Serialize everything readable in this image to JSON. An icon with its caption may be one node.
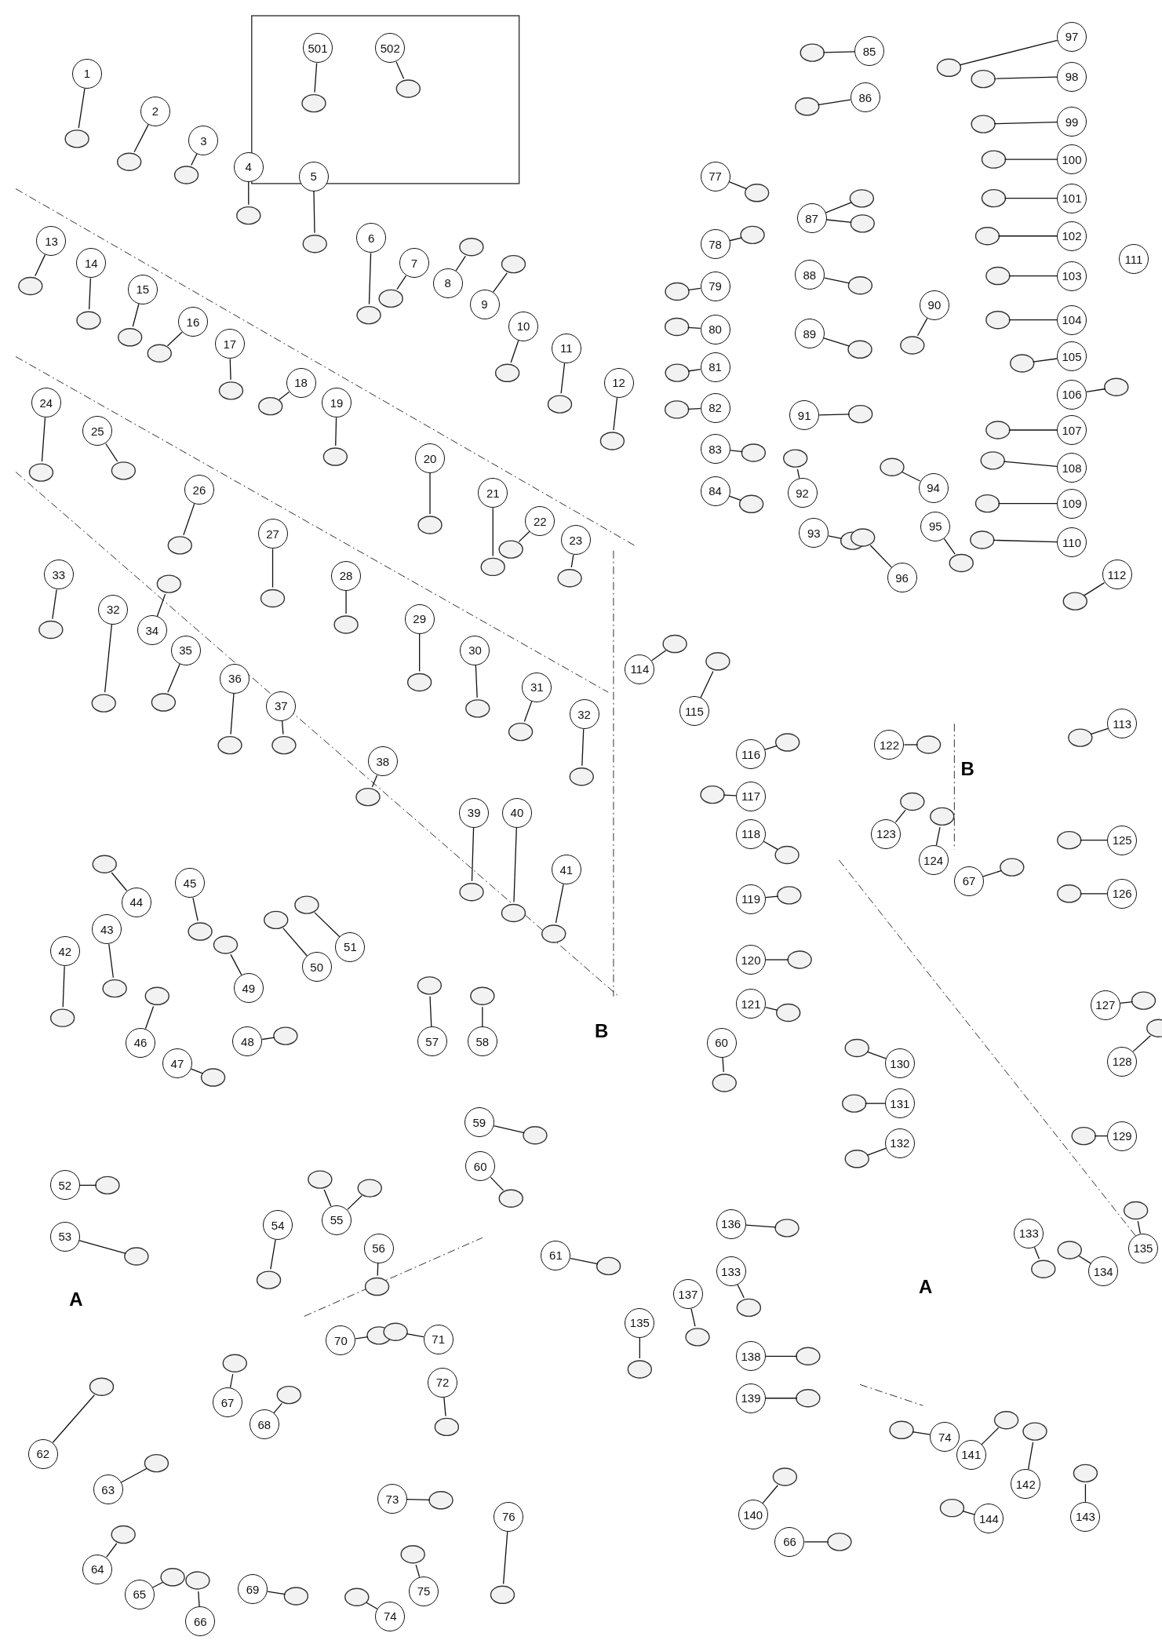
{
  "diagram": {
    "nodes": [
      {
        "text": [
          "501"
        ]
      },
      {
        "text": [
          "502"
        ]
      },
      {
        "text": [
          "1"
        ]
      },
      {
        "text": [
          "2"
        ]
      },
      {
        "text": [
          "3"
        ]
      },
      {
        "text": [
          "4"
        ]
      },
      {
        "text": [
          "5"
        ]
      },
      {
        "text": [
          "6"
        ]
      },
      {
        "text": [
          "7"
        ]
      },
      {
        "text": [
          "8"
        ]
      },
      {
        "text": [
          "9"
        ]
      },
      {
        "text": [
          "10"
        ]
      },
      {
        "text": [
          "11"
        ]
      },
      {
        "text": [
          "12"
        ]
      },
      {
        "text": [
          "13"
        ]
      },
      {
        "text": [
          "14"
        ]
      },
      {
        "text": [
          "15"
        ]
      },
      {
        "text": [
          "16"
        ]
      },
      {
        "text": [
          "17"
        ]
      },
      {
        "text": [
          "18"
        ]
      },
      {
        "text": [
          "19"
        ]
      },
      {
        "text": [
          "20"
        ]
      },
      {
        "text": [
          "21"
        ]
      },
      {
        "text": [
          "22"
        ]
      },
      {
        "text": [
          "23"
        ]
      },
      {
        "text": [
          "24"
        ]
      },
      {
        "text": [
          "25"
        ]
      },
      {
        "text": [
          "26"
        ]
      },
      {
        "text": [
          "27"
        ]
      },
      {
        "text": [
          "28"
        ]
      },
      {
        "text": [
          "29"
        ]
      },
      {
        "text": [
          "30"
        ]
      },
      {
        "text": [
          "31"
        ]
      },
      {
        "text": [
          "33"
        ]
      },
      {
        "text": [
          "32"
        ]
      },
      {
        "text": [
          "34"
        ]
      },
      {
        "text": [
          "35"
        ]
      },
      {
        "text": [
          "36"
        ]
      },
      {
        "text": [
          "37"
        ]
      },
      {
        "text": [
          "32"
        ]
      },
      {
        "text": [
          "38"
        ]
      },
      {
        "text": [
          "39"
        ]
      },
      {
        "text": [
          "40"
        ]
      },
      {
        "text": [
          "41"
        ]
      },
      {
        "text": [
          "45"
        ]
      },
      {
        "text": [
          "44"
        ]
      },
      {
        "text": [
          "43"
        ]
      },
      {
        "text": [
          "42"
        ]
      },
      {
        "text": [
          "50"
        ]
      },
      {
        "text": [
          "51"
        ]
      },
      {
        "text": [
          "49"
        ]
      },
      {
        "text": [
          "46"
        ]
      },
      {
        "text": [
          "48"
        ]
      },
      {
        "text": [
          "47"
        ]
      },
      {
        "text": [
          "57"
        ]
      },
      {
        "text": [
          "58"
        ]
      },
      {
        "text": [
          "52"
        ]
      },
      {
        "text": [
          "53"
        ]
      },
      {
        "text": [
          "54"
        ]
      },
      {
        "text": [
          "55"
        ]
      },
      {
        "text": [
          "56"
        ]
      },
      {
        "text": [
          "59"
        ]
      },
      {
        "text": [
          "60"
        ]
      },
      {
        "text": [
          "60"
        ]
      },
      {
        "text": [
          "61"
        ]
      },
      {
        "text": [
          "70"
        ]
      },
      {
        "text": [
          "71"
        ]
      },
      {
        "text": [
          "72"
        ]
      },
      {
        "text": [
          "67"
        ]
      },
      {
        "text": [
          "68"
        ]
      },
      {
        "text": [
          "62"
        ]
      },
      {
        "text": [
          "63"
        ]
      },
      {
        "text": [
          "73"
        ]
      },
      {
        "text": [
          "64"
        ]
      },
      {
        "text": [
          "76"
        ]
      },
      {
        "text": [
          "69"
        ]
      },
      {
        "text": [
          "75"
        ]
      },
      {
        "text": [
          "65"
        ]
      },
      {
        "text": [
          "74"
        ]
      },
      {
        "text": [
          "66"
        ]
      },
      {
        "text": [
          "85"
        ]
      },
      {
        "text": [
          "86"
        ]
      },
      {
        "text": [
          "77"
        ]
      },
      {
        "text": [
          "78"
        ]
      },
      {
        "text": [
          "79"
        ]
      },
      {
        "text": [
          "80"
        ]
      },
      {
        "text": [
          "81"
        ]
      },
      {
        "text": [
          "82"
        ]
      },
      {
        "text": [
          "83"
        ]
      },
      {
        "text": [
          "84"
        ]
      },
      {
        "text": [
          "87"
        ]
      },
      {
        "text": [
          "88"
        ]
      },
      {
        "text": [
          "89"
        ]
      },
      {
        "text": [
          "90"
        ]
      },
      {
        "text": [
          "91"
        ]
      },
      {
        "text": [
          "92"
        ]
      },
      {
        "text": [
          "93"
        ]
      },
      {
        "text": [
          "94"
        ]
      },
      {
        "text": [
          "95"
        ]
      },
      {
        "text": [
          "96"
        ]
      },
      {
        "text": [
          "97"
        ]
      },
      {
        "text": [
          "98"
        ]
      },
      {
        "text": [
          "99"
        ]
      },
      {
        "text": [
          "100"
        ]
      },
      {
        "text": [
          "101"
        ]
      },
      {
        "text": [
          "102"
        ]
      },
      {
        "text": [
          "103"
        ]
      },
      {
        "text": [
          "104"
        ]
      },
      {
        "text": [
          "105"
        ]
      },
      {
        "text": [
          "106"
        ]
      },
      {
        "text": [
          "107"
        ]
      },
      {
        "text": [
          "108"
        ]
      },
      {
        "text": [
          "109"
        ]
      },
      {
        "text": [
          "110"
        ]
      },
      {
        "text": [
          "111"
        ]
      },
      {
        "text": [
          "112"
        ]
      },
      {
        "text": [
          "114"
        ]
      },
      {
        "text": [
          "115"
        ]
      },
      {
        "text": [
          "113"
        ]
      },
      {
        "text": [
          "122"
        ]
      },
      {
        "text": [
          "116"
        ]
      },
      {
        "text": [
          "117"
        ]
      },
      {
        "text": [
          "118"
        ]
      },
      {
        "text": [
          "123"
        ]
      },
      {
        "text": [
          "125"
        ]
      },
      {
        "text": [
          "124"
        ]
      },
      {
        "text": [
          "67"
        ]
      },
      {
        "text": [
          "126"
        ]
      },
      {
        "text": [
          "119"
        ]
      },
      {
        "text": [
          "120"
        ]
      },
      {
        "text": [
          "127"
        ]
      },
      {
        "text": [
          "121"
        ]
      },
      {
        "text": [
          "128"
        ]
      },
      {
        "text": [
          "130"
        ]
      },
      {
        "text": [
          "131"
        ]
      },
      {
        "text": [
          "129"
        ]
      },
      {
        "text": [
          "132"
        ]
      },
      {
        "text": [
          "136"
        ]
      },
      {
        "text": [
          "133"
        ]
      },
      {
        "text": [
          "135"
        ]
      },
      {
        "text": [
          "134"
        ]
      },
      {
        "text": [
          "133"
        ]
      },
      {
        "text": [
          "137"
        ]
      },
      {
        "text": [
          "135"
        ]
      },
      {
        "text": [
          "138"
        ]
      },
      {
        "text": [
          "139"
        ]
      },
      {
        "text": [
          "74"
        ]
      },
      {
        "text": [
          "141"
        ]
      },
      {
        "text": [
          "142"
        ]
      },
      {
        "text": [
          "140"
        ]
      },
      {
        "text": [
          "144"
        ]
      },
      {
        "text": [
          "143"
        ]
      },
      {
        "text": [
          "66"
        ]
      }
    ],
    "edges": [
      {
        "from": 0,
        "to": null,
        "arrow": "none"
      },
      {
        "from": 1,
        "to": null,
        "arrow": "none"
      },
      {
        "from": 2,
        "to": null,
        "arrow": "none"
      },
      {
        "from": 3,
        "to": null,
        "arrow": "none"
      },
      {
        "from": 4,
        "to": null,
        "arrow": "none"
      },
      {
        "from": 5,
        "to": null,
        "arrow": "none"
      },
      {
        "from": 6,
        "to": null,
        "arrow": "none"
      },
      {
        "from": 7,
        "to": null,
        "arrow": "none"
      },
      {
        "from": 8,
        "to": null,
        "arrow": "none"
      },
      {
        "from": 9,
        "to": null,
        "arrow": "none"
      },
      {
        "from": 10,
        "to": null,
        "arrow": "none"
      },
      {
        "from": 11,
        "to": null,
        "arrow": "none"
      },
      {
        "from": 12,
        "to": null,
        "arrow": "none"
      },
      {
        "from": 13,
        "to": null,
        "arrow": "none"
      },
      {
        "from": 14,
        "to": null,
        "arrow": "none"
      },
      {
        "from": 15,
        "to": null,
        "arrow": "none"
      },
      {
        "from": 16,
        "to": null,
        "arrow": "none"
      },
      {
        "from": 17,
        "to": null,
        "arrow": "none"
      },
      {
        "from": 18,
        "to": null,
        "arrow": "none"
      },
      {
        "from": 19,
        "to": null,
        "arrow": "none"
      },
      {
        "from": 20,
        "to": null,
        "arrow": "none"
      },
      {
        "from": 21,
        "to": null,
        "arrow": "none"
      },
      {
        "from": 22,
        "to": null,
        "arrow": "none"
      },
      {
        "from": 23,
        "to": null,
        "arrow": "none"
      },
      {
        "from": 24,
        "to": null,
        "arrow": "none"
      },
      {
        "from": 25,
        "to": null,
        "arrow": "none"
      },
      {
        "from": 26,
        "to": null,
        "arrow": "none"
      },
      {
        "from": 27,
        "to": null,
        "arrow": "none"
      },
      {
        "from": 28,
        "to": null,
        "arrow": "none"
      },
      {
        "from": 29,
        "to": null,
        "arrow": "none"
      },
      {
        "from": 30,
        "to": null,
        "arrow": "none"
      },
      {
        "from": 31,
        "to": null,
        "arrow": "none"
      },
      {
        "from": 32,
        "to": null,
        "arrow": "none"
      },
      {
        "from": 33,
        "to": null,
        "arrow": "none"
      },
      {
        "from": 34,
        "to": null,
        "arrow": "none"
      },
      {
        "from": 35,
        "to": null,
        "arrow": "none"
      },
      {
        "from": 36,
        "to": null,
        "arrow": "none"
      },
      {
        "from": 37,
        "to": null,
        "arrow": "none"
      },
      {
        "from": 38,
        "to": null,
        "arrow": "none"
      },
      {
        "from": 39,
        "to": null,
        "arrow": "none"
      },
      {
        "from": 40,
        "to": null,
        "arrow": "none"
      },
      {
        "from": 41,
        "to": null,
        "arrow": "none"
      },
      {
        "from": 42,
        "to": null,
        "arrow": "none"
      },
      {
        "from": 43,
        "to": null,
        "arrow": "none"
      },
      {
        "from": 44,
        "to": null,
        "arrow": "none"
      },
      {
        "from": 45,
        "to": null,
        "arrow": "none"
      },
      {
        "from": 46,
        "to": null,
        "arrow": "none"
      },
      {
        "from": 47,
        "to": null,
        "arrow": "none"
      },
      {
        "from": 48,
        "to": null,
        "arrow": "none"
      },
      {
        "from": 49,
        "to": null,
        "arrow": "none"
      },
      {
        "from": 50,
        "to": null,
        "arrow": "none"
      },
      {
        "from": 51,
        "to": null,
        "arrow": "none"
      },
      {
        "from": 52,
        "to": null,
        "arrow": "none"
      },
      {
        "from": 53,
        "to": null,
        "arrow": "none"
      },
      {
        "from": 54,
        "to": null,
        "arrow": "none"
      },
      {
        "from": 55,
        "to": null,
        "arrow": "none"
      },
      {
        "from": 56,
        "to": null,
        "arrow": "none"
      },
      {
        "from": 57,
        "to": null,
        "arrow": "none"
      },
      {
        "from": 58,
        "to": null,
        "arrow": "none"
      },
      {
        "from": 59,
        "to": null,
        "arrow": "none"
      },
      {
        "from": 59,
        "to": null,
        "arrow": "none"
      },
      {
        "from": 60,
        "to": null,
        "arrow": "none"
      },
      {
        "from": 61,
        "to": null,
        "arrow": "none"
      },
      {
        "from": 62,
        "to": null,
        "arrow": "none"
      },
      {
        "from": 63,
        "to": null,
        "arrow": "none"
      },
      {
        "from": 64,
        "to": null,
        "arrow": "none"
      },
      {
        "from": 65,
        "to": null,
        "arrow": "none"
      },
      {
        "from": 66,
        "to": null,
        "arrow": "none"
      },
      {
        "from": 67,
        "to": null,
        "arrow": "none"
      },
      {
        "from": 68,
        "to": null,
        "arrow": "none"
      },
      {
        "from": 69,
        "to": null,
        "arrow": "none"
      },
      {
        "from": 70,
        "to": null,
        "arrow": "none"
      },
      {
        "from": 71,
        "to": null,
        "arrow": "none"
      },
      {
        "from": 72,
        "to": null,
        "arrow": "none"
      },
      {
        "from": 73,
        "to": null,
        "arrow": "none"
      },
      {
        "from": 74,
        "to": null,
        "arrow": "none"
      },
      {
        "from": 75,
        "to": null,
        "arrow": "none"
      },
      {
        "from": 76,
        "to": null,
        "arrow": "none"
      },
      {
        "from": 77,
        "to": null,
        "arrow": "none"
      },
      {
        "from": 78,
        "to": null,
        "arrow": "none"
      },
      {
        "from": 79,
        "to": null,
        "arrow": "none"
      },
      {
        "from": 80,
        "to": null,
        "arrow": "none"
      },
      {
        "from": 81,
        "to": null,
        "arrow": "none"
      },
      {
        "from": 82,
        "to": null,
        "arrow": "none"
      },
      {
        "from": 83,
        "to": null,
        "arrow": "none"
      },
      {
        "from": 84,
        "to": null,
        "arrow": "none"
      },
      {
        "from": 85,
        "to": null,
        "arrow": "none"
      },
      {
        "from": 86,
        "to": null,
        "arrow": "none"
      },
      {
        "from": 87,
        "to": null,
        "arrow": "none"
      },
      {
        "from": 88,
        "to": null,
        "arrow": "none"
      },
      {
        "from": 89,
        "to": null,
        "arrow": "none"
      },
      {
        "from": 90,
        "to": null,
        "arrow": "none"
      },
      {
        "from": 90,
        "to": null,
        "arrow": "none"
      },
      {
        "from": 91,
        "to": null,
        "arrow": "none"
      },
      {
        "from": 92,
        "to": null,
        "arrow": "none"
      },
      {
        "from": 93,
        "to": null,
        "arrow": "none"
      },
      {
        "from": 94,
        "to": null,
        "arrow": "none"
      },
      {
        "from": 95,
        "to": null,
        "arrow": "none"
      },
      {
        "from": 96,
        "to": null,
        "arrow": "none"
      },
      {
        "from": 97,
        "to": null,
        "arrow": "none"
      },
      {
        "from": 98,
        "to": null,
        "arrow": "none"
      },
      {
        "from": 99,
        "to": null,
        "arrow": "none"
      },
      {
        "from": 100,
        "to": null,
        "arrow": "none"
      },
      {
        "from": 101,
        "to": null,
        "arrow": "none"
      },
      {
        "from": 102,
        "to": null,
        "arrow": "none"
      },
      {
        "from": 103,
        "to": null,
        "arrow": "none"
      },
      {
        "from": 104,
        "to": null,
        "arrow": "none"
      },
      {
        "from": 105,
        "to": null,
        "arrow": "none"
      },
      {
        "from": 106,
        "to": null,
        "arrow": "none"
      },
      {
        "from": 107,
        "to": null,
        "arrow": "none"
      },
      {
        "from": 108,
        "to": null,
        "arrow": "none"
      },
      {
        "from": 109,
        "to": null,
        "arrow": "none"
      },
      {
        "from": 110,
        "to": null,
        "arrow": "none"
      },
      {
        "from": 111,
        "to": null,
        "arrow": "none"
      },
      {
        "from": 112,
        "to": null,
        "arrow": "none"
      },
      {
        "from": 113,
        "to": null,
        "arrow": "none"
      },
      {
        "from": 115,
        "to": null,
        "arrow": "none"
      },
      {
        "from": 116,
        "to": null,
        "arrow": "none"
      },
      {
        "from": 117,
        "to": null,
        "arrow": "none"
      },
      {
        "from": 118,
        "to": null,
        "arrow": "none"
      },
      {
        "from": 119,
        "to": null,
        "arrow": "none"
      },
      {
        "from": 120,
        "to": null,
        "arrow": "none"
      },
      {
        "from": 121,
        "to": null,
        "arrow": "none"
      },
      {
        "from": 122,
        "to": null,
        "arrow": "none"
      },
      {
        "from": 123,
        "to": null,
        "arrow": "none"
      },
      {
        "from": 124,
        "to": null,
        "arrow": "none"
      },
      {
        "from": 125,
        "to": null,
        "arrow": "none"
      },
      {
        "from": 126,
        "to": null,
        "arrow": "none"
      },
      {
        "from": 127,
        "to": null,
        "arrow": "none"
      },
      {
        "from": 128,
        "to": null,
        "arrow": "none"
      },
      {
        "from": 129,
        "to": null,
        "arrow": "none"
      },
      {
        "from": 130,
        "to": null,
        "arrow": "none"
      },
      {
        "from": 131,
        "to": null,
        "arrow": "none"
      },
      {
        "from": 132,
        "to": null,
        "arrow": "none"
      },
      {
        "from": 133,
        "to": null,
        "arrow": "none"
      },
      {
        "from": 134,
        "to": null,
        "arrow": "none"
      },
      {
        "from": 135,
        "to": null,
        "arrow": "none"
      },
      {
        "from": 136,
        "to": null,
        "arrow": "none"
      },
      {
        "from": 137,
        "to": null,
        "arrow": "none"
      },
      {
        "from": 138,
        "to": null,
        "arrow": "none"
      },
      {
        "from": 139,
        "to": null,
        "arrow": "none"
      },
      {
        "from": 140,
        "to": null,
        "arrow": "none"
      },
      {
        "from": 141,
        "to": null,
        "arrow": "none"
      },
      {
        "from": 142,
        "to": null,
        "arrow": "none"
      },
      {
        "from": 143,
        "to": null,
        "arrow": "none"
      },
      {
        "from": 144,
        "to": null,
        "arrow": "none"
      },
      {
        "from": 145,
        "to": null,
        "arrow": "none"
      },
      {
        "from": 146,
        "to": null,
        "arrow": "none"
      },
      {
        "from": 147,
        "to": null,
        "arrow": "none"
      },
      {
        "from": 148,
        "to": null,
        "arrow": "none"
      },
      {
        "from": 149,
        "to": null,
        "arrow": "none"
      },
      {
        "from": 150,
        "to": null,
        "arrow": "none"
      },
      {
        "from": 151,
        "to": null,
        "arrow": "none"
      },
      {
        "from": 152,
        "to": null,
        "arrow": "none"
      }
    ],
    "labels": [
      "B",
      "B",
      "A",
      "A"
    ]
  }
}
